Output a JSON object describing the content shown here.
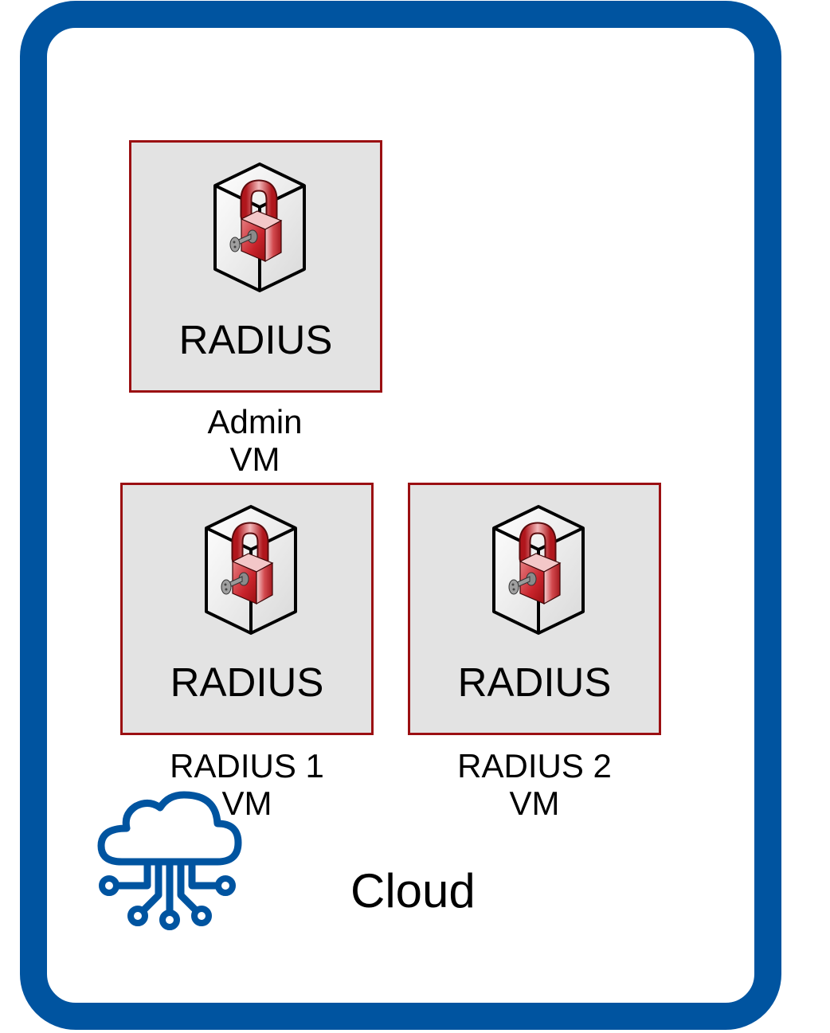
{
  "diagram": {
    "container": {
      "label": "Cloud",
      "icon": "cloud-network-icon",
      "border_color": "#0054a0"
    },
    "servers": [
      {
        "id": "admin",
        "box_label": "RADIUS",
        "icon": "security-server-lock-icon",
        "caption_line1": "Admin",
        "caption_line2": "VM"
      },
      {
        "id": "radius1",
        "box_label": "RADIUS",
        "icon": "security-server-lock-icon",
        "caption_line1": "RADIUS 1",
        "caption_line2": "VM"
      },
      {
        "id": "radius2",
        "box_label": "RADIUS",
        "icon": "security-server-lock-icon",
        "caption_line1": "RADIUS 2",
        "caption_line2": "VM"
      }
    ],
    "colors": {
      "box_fill": "#e3e3e3",
      "box_border": "#9b0f12",
      "lock_red": "#c8232b",
      "icon_blue": "#0054a0"
    }
  }
}
